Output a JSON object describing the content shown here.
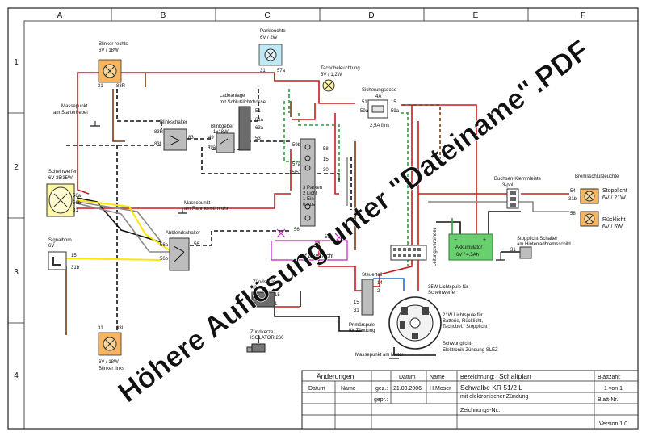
{
  "grid": {
    "columns": [
      "A",
      "B",
      "C",
      "D",
      "E",
      "F"
    ],
    "rows": [
      "1",
      "2",
      "3",
      "4"
    ]
  },
  "components": {
    "blinker_rechts": {
      "name": "Blinker rechts",
      "spec": "6V / 18W",
      "pins": [
        "31",
        "83R"
      ]
    },
    "parkleuchte": {
      "name": "Parkleuchte",
      "spec": "6V / 2W",
      "pins": [
        "31",
        "57a"
      ]
    },
    "tachobeleuchtung": {
      "name": "Tachobeleuchtung",
      "spec": "6V / 1,2W"
    },
    "massepunkt_starter": {
      "name": "Massepunkt",
      "sub": "am Starterhebel"
    },
    "ladeanlage": {
      "name": "Ladeanlage",
      "sub": "mit Schlußlichtdrossel",
      "pins": [
        "51",
        "61a",
        "63a",
        "53"
      ]
    },
    "sicherungsdose": {
      "name": "Sicherungsdose",
      "spec": "4A",
      "pins": [
        "51",
        "15",
        "59a",
        "59a"
      ],
      "sub": "2,5A flink"
    },
    "blinkschalter": {
      "name": "Blinkschalter",
      "pins": [
        "83R",
        "83L",
        "83"
      ]
    },
    "blinkgeber": {
      "name": "Blinkgeber",
      "spec": "1x18W",
      "pins": [
        "49",
        "49a"
      ]
    },
    "zuendschalter": {
      "pins": [
        "59b",
        "58",
        "15",
        "57a",
        "15/51",
        "30",
        "56"
      ],
      "legend": [
        "3 Parken",
        "2 Licht",
        "1 Ein",
        "0 Aus"
      ],
      "note": "auf Dauerlicht",
      "pin59": "59"
    },
    "scheinwerfer": {
      "name": "Scheinwerfer",
      "spec": "6V 35/35W",
      "pins": [
        "56a",
        "56b",
        "31"
      ]
    },
    "massepunkt_rahmen": {
      "name": "Massepunkt",
      "sub": "am Rahmenstirnrohr"
    },
    "abblendschalter": {
      "name": "Abblendschalter",
      "pins": [
        "56a",
        "56b",
        "56"
      ]
    },
    "signalhorn": {
      "name": "Signalhorn",
      "spec": "6V",
      "pins": [
        "15",
        "31b"
      ]
    },
    "blinker_links": {
      "name": "Blinker links",
      "spec": "6V / 18W",
      "pins": [
        "31",
        "83L"
      ]
    },
    "buchsen": {
      "name": "Buchsen-Klemmleiste",
      "spec": "3-pol"
    },
    "bremsschluss": {
      "name": "Bremsschlußleuchte"
    },
    "stopplicht": {
      "name": "Stopplicht",
      "spec": "6V / 21W",
      "pins": [
        "54",
        "31b"
      ]
    },
    "rueck": {
      "name": "Rücklicht",
      "spec": "6V / 5W",
      "pins": [
        "58"
      ]
    },
    "stopp_schalter": {
      "name": "Stopplicht-Schalter",
      "sub": "am Hinterradbremsschild",
      "pins": [
        "31"
      ]
    },
    "akku": {
      "name": "Akkumulator",
      "spec": "6V / 4,5Ah",
      "minus": "−",
      "plus": "+"
    },
    "kabelverbinder": {
      "name": "Leitungsverbinder"
    },
    "steuerteil": {
      "name": "Steuerteil",
      "pins": [
        "14",
        "2",
        "15",
        "31"
      ]
    },
    "zuendspule": {
      "name": "Zündspule",
      "spec": "6V",
      "pins": [
        "15",
        "1"
      ]
    },
    "zuendkerze": {
      "name": "Zündkerze",
      "spec": "ISOLATOR 260"
    },
    "lichtspule35": {
      "name": "35W Lichtspule für",
      "sub": "Scheinwerfer"
    },
    "lichtspule21": {
      "lines": [
        "21W Lichtspule für",
        "Batterie, Rücklicht,",
        "Tachobel., Stopplicht"
      ]
    },
    "primaerspule": {
      "lines": [
        "Primärspule",
        "für Zündung"
      ]
    },
    "schwunglicht": {
      "lines": [
        "Schwunglicht-",
        "Elektronik-Zündung SLEZ"
      ]
    },
    "massepunkt_motor": {
      "name": "Massepunkt am Motor"
    }
  },
  "watermark": "Höhere Auflösung unter \"Dateiname\".PDF",
  "title_block": {
    "aenderungen": "Änderungen",
    "datum_col": "Datum",
    "name_col": "Name",
    "datum_hdr": "Datum",
    "name_hdr": "Name",
    "gez_label": "gez.:",
    "gez_date": "21.03.2006",
    "gez_name": "H.Moser",
    "gepr_label": "gepr.:",
    "bezeichnung_label": "Bezeichnung:",
    "bezeichnung_value": "Schaltplan",
    "line2": "Schwalbe KR 51/2 L",
    "line3": "mit elektronischer Zündung",
    "zeichnungsnr": "Zeichnungs-Nr.:",
    "blattzahl_label": "Blattzahl:",
    "blattzahl_value": "1 von 1",
    "blattnr_label": "Blatt-Nr.:",
    "version": "Version 1.0"
  },
  "colors": {
    "red": "#c81c1c",
    "brown": "#7a3b12",
    "green": "#2e9e3a",
    "yellow": "#ffe600",
    "blue": "#1a6fd0",
    "grey": "#8a8a8a",
    "black": "#111111",
    "magenta": "#c21fc2",
    "lamp_orange": "#f7b560",
    "lamp_blue": "#bfe8f5",
    "lamp_yellow": "#fff7a8",
    "watermark": "#e8121b"
  }
}
